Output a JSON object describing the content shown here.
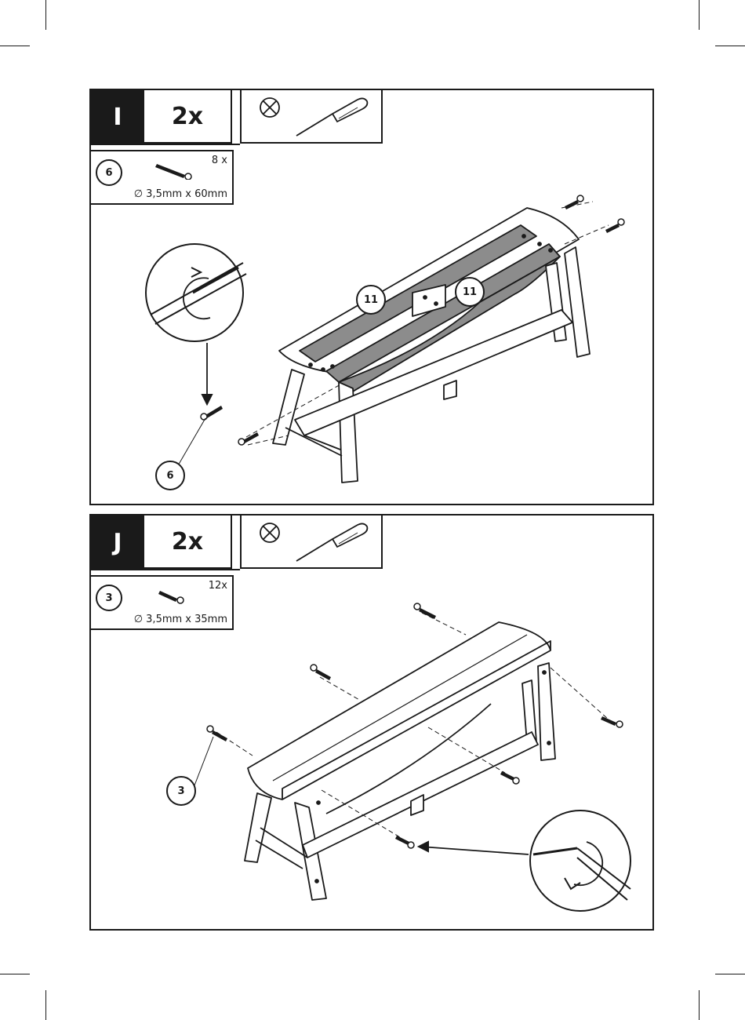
{
  "steps": [
    {
      "letter": "I",
      "count": "2x",
      "part": {
        "number": "6",
        "quantity": "8 x",
        "size": "∅ 3,5mm x 60mm"
      },
      "callouts": [
        "11",
        "11",
        "6"
      ],
      "tool_icon": "screwdriver-icon",
      "not_icon": "x-circle-icon"
    },
    {
      "letter": "J",
      "count": "2x",
      "part": {
        "number": "3",
        "quantity": "12x",
        "size": "∅ 3,5mm x 35mm"
      },
      "callouts": [
        "3"
      ],
      "tool_icon": "screwdriver-icon",
      "not_icon": "x-circle-icon"
    }
  ],
  "colors": {
    "ink": "#1a1a1a",
    "shade": "#8c8c8c"
  }
}
